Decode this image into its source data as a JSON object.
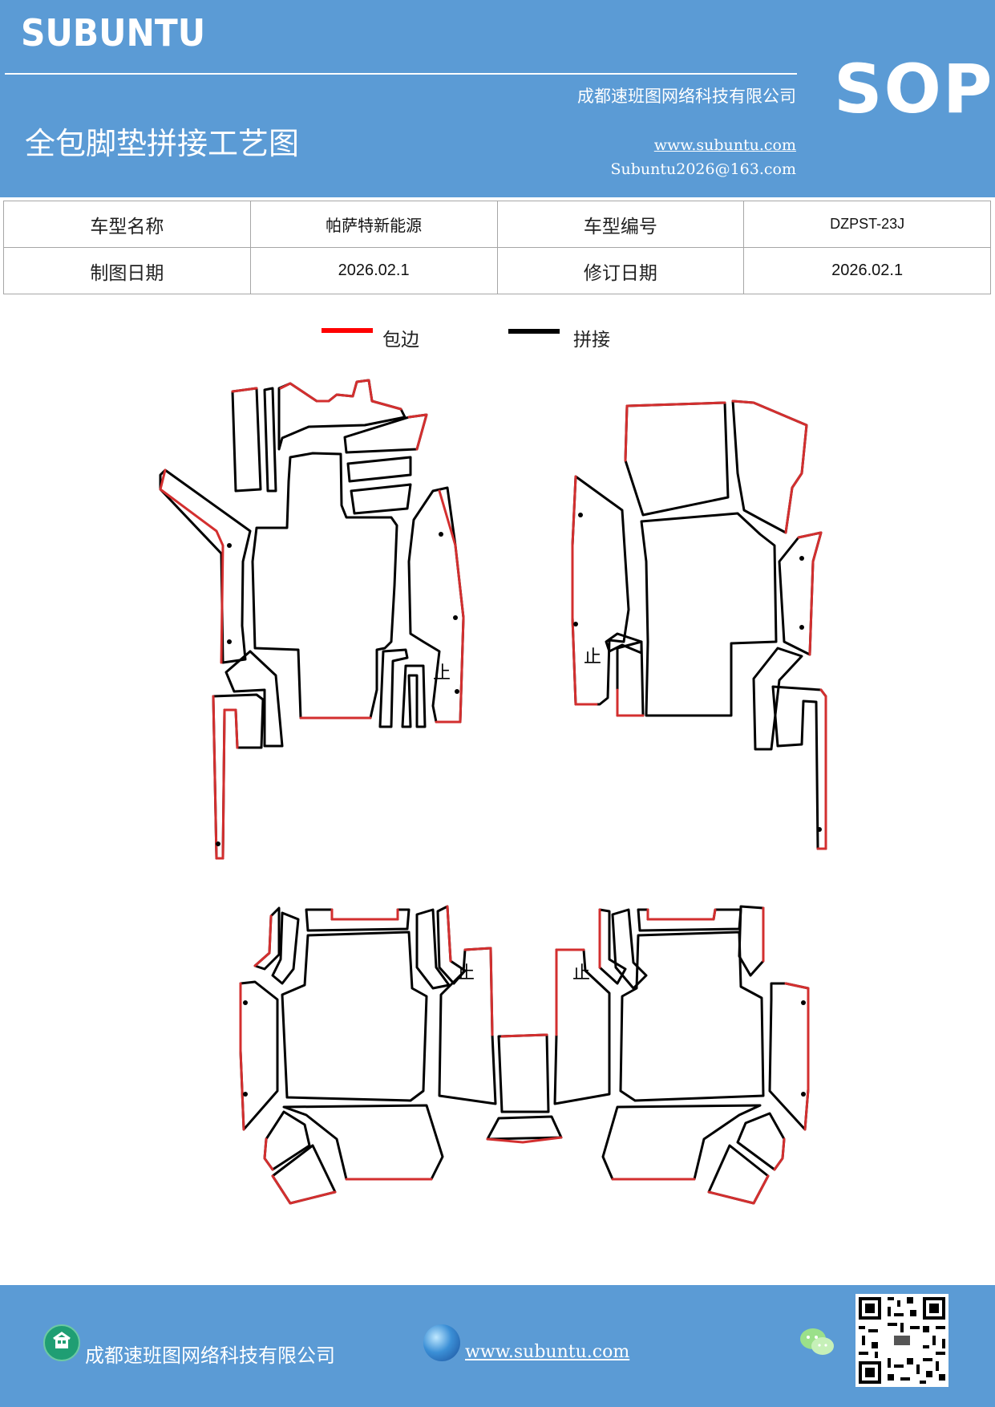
{
  "header": {
    "brand": "SUBUNTU",
    "company": "成都速班图网络科技有限公司",
    "title": "全包脚垫拼接工艺图",
    "website": "www.subuntu.com",
    "email": "Subuntu2026@163.com",
    "badge": "SOP"
  },
  "info_table": {
    "model_name_label": "车型名称",
    "model_name": "帕萨特新能源",
    "model_code_label": "车型编号",
    "model_code": "DZPST-23J",
    "draw_date_label": "制图日期",
    "draw_date": "2026.02.1",
    "revise_date_label": "修订日期",
    "revise_date": "2026.02.1"
  },
  "legend": {
    "items": [
      {
        "label": "包边",
        "color": "#ff0000"
      },
      {
        "label": "拼接",
        "color": "#000000"
      }
    ]
  },
  "diagram": {
    "stop_mark": "止",
    "edge_color": "#d32f2f",
    "seam_color": "#000000"
  },
  "footer": {
    "company": "成都速班图网络科技有限公司",
    "website": "www.subuntu.com",
    "icons": [
      "home-icon",
      "globe-icon",
      "wechat-icon",
      "qr-code"
    ]
  },
  "colors": {
    "header_bg": "#5b9bd5",
    "footer_bg": "#5b9bd5",
    "table_border": "#a6a6a6"
  }
}
